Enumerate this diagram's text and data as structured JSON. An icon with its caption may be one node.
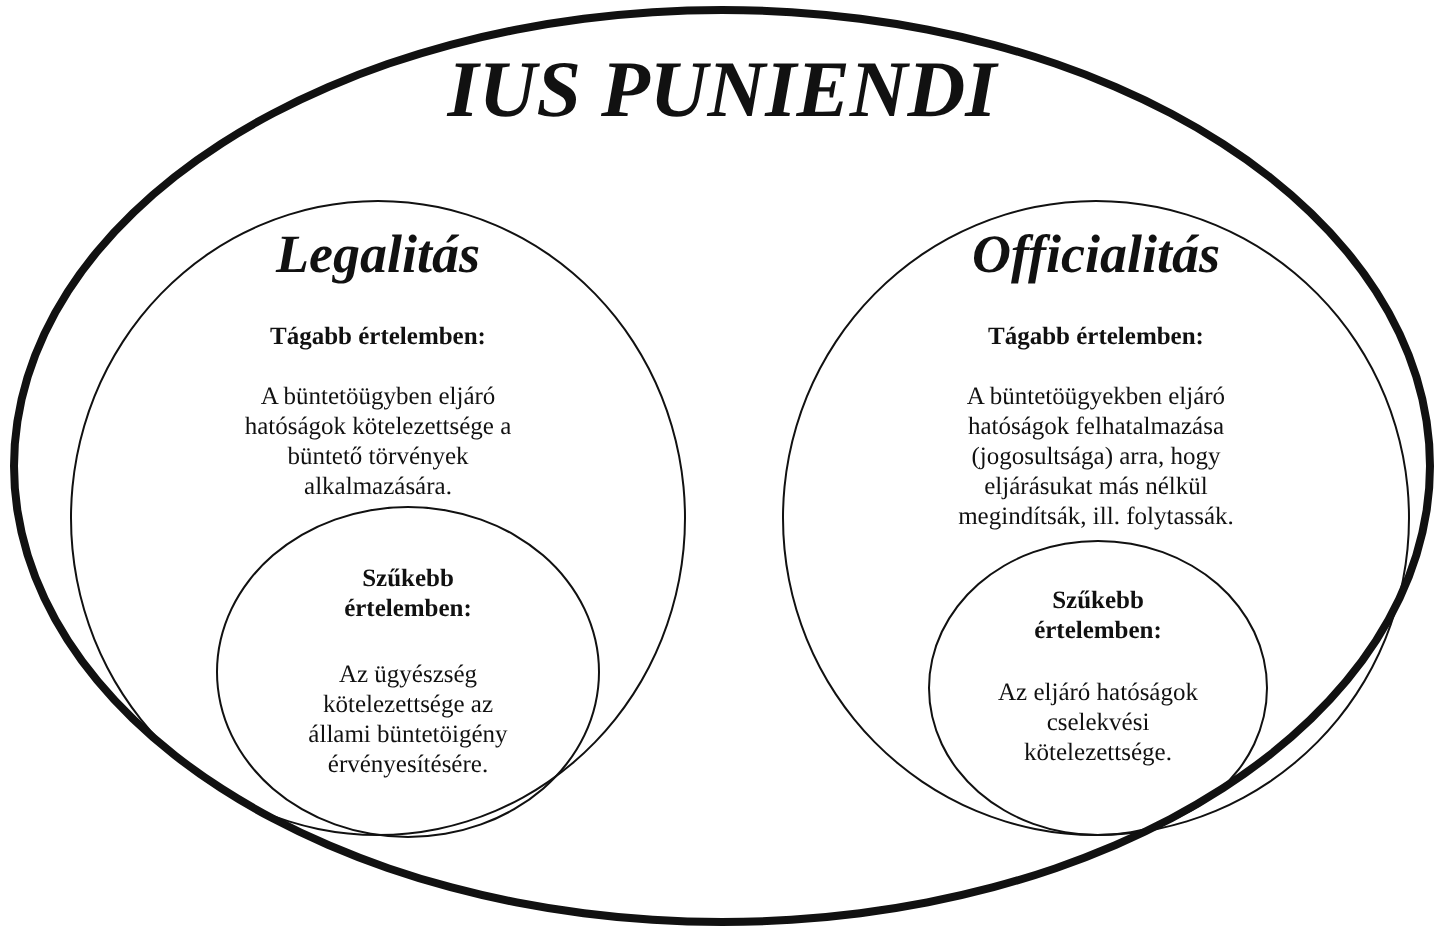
{
  "diagram": {
    "nodes": [
      {
        "text": [
          "IUS PUNIENDI"
        ]
      },
      {
        "text": [
          "Legalitás",
          "Tágabb értelemben:",
          "A büntetöügyben eljáró hatóságok kötelezettsége a büntető törvények alkalmazására."
        ],
        "in": 0
      },
      {
        "text": [
          "Szűkebb értelemben:",
          "Az ügyészség kötelezettsége az állami büntetöigény érvényesítésére."
        ],
        "in": 1
      },
      {
        "text": [
          "Officialitás",
          "Tágabb értelemben:",
          "A büntetöügyekben eljáró hatóságok felhatalmazása (jogosultsága) arra, hogy eljárásukat más nélkül megindítsák, ill. folytassák."
        ],
        "in": 0
      },
      {
        "text": [
          "Szűkebb értelemben:",
          "Az eljáró hatóságok cselekvési kötelezettsége."
        ],
        "in": 3
      }
    ]
  }
}
